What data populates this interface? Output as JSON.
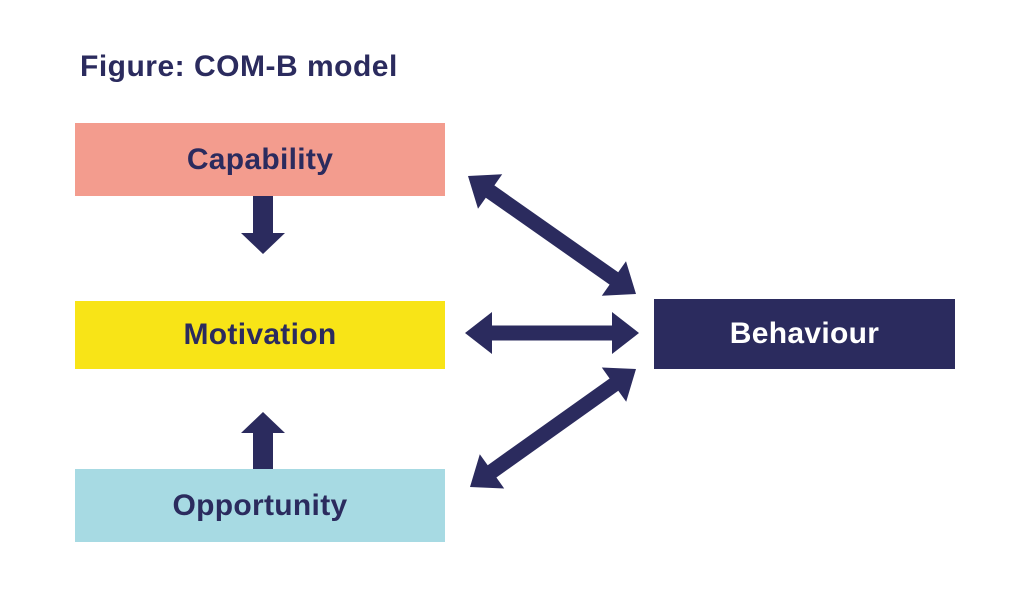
{
  "title": "Figure: COM-B model",
  "nodes": {
    "capability": {
      "label": "Capability",
      "color": "#f39c8e",
      "text_color": "#2b2b5e"
    },
    "motivation": {
      "label": "Motivation",
      "color": "#f8e417",
      "text_color": "#2b2b5e"
    },
    "opportunity": {
      "label": "Opportunity",
      "color": "#a7dae3",
      "text_color": "#2b2b5e"
    },
    "behaviour": {
      "label": "Behaviour",
      "color": "#2b2b5e",
      "text_color": "#ffffff"
    }
  },
  "relationships": [
    {
      "from": "capability",
      "to": "motivation",
      "bidirectional": false
    },
    {
      "from": "opportunity",
      "to": "motivation",
      "bidirectional": false
    },
    {
      "from": "capability",
      "to": "behaviour",
      "bidirectional": true
    },
    {
      "from": "motivation",
      "to": "behaviour",
      "bidirectional": true
    },
    {
      "from": "opportunity",
      "to": "behaviour",
      "bidirectional": true
    }
  ],
  "colors": {
    "arrow": "#2b2b5e",
    "title": "#2b2b5e",
    "background": "#ffffff"
  }
}
